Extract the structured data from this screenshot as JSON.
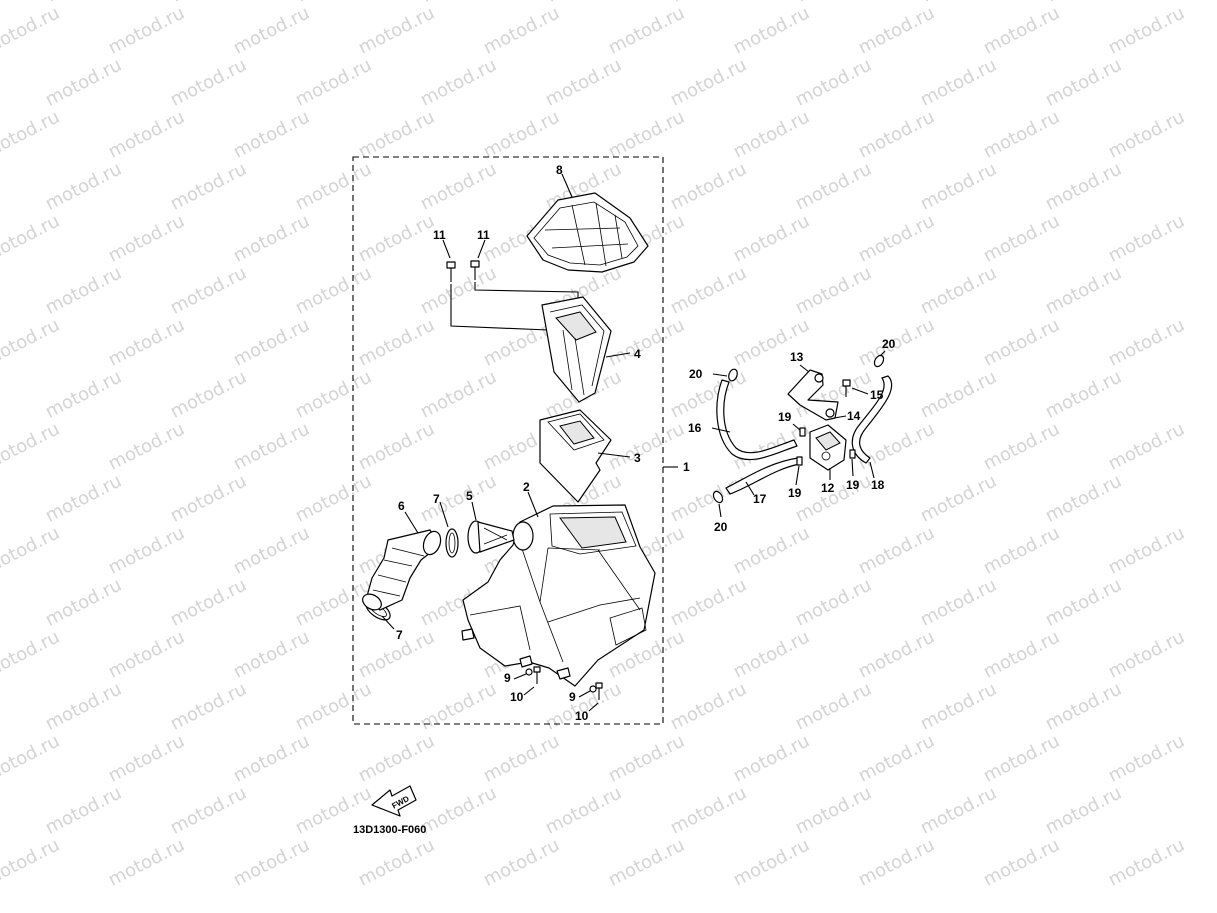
{
  "watermark": {
    "text": "motod.ru"
  },
  "diagram": {
    "drawing_code": "13D1300-F060",
    "fwd_label": "FWD",
    "callouts": [
      {
        "id": "c1",
        "label": "1",
        "part": "air-filter-case-assembly"
      },
      {
        "id": "c2",
        "label": "2",
        "part": "air-filter-case"
      },
      {
        "id": "c3",
        "label": "3",
        "part": "element-guide"
      },
      {
        "id": "c4",
        "label": "4",
        "part": "air-filter-element"
      },
      {
        "id": "c5",
        "label": "5",
        "part": "joint-funnel"
      },
      {
        "id": "c6",
        "label": "6",
        "part": "intake-joint"
      },
      {
        "id": "c7a",
        "label": "7",
        "part": "hose-clamp-upper"
      },
      {
        "id": "c7b",
        "label": "7",
        "part": "hose-clamp-lower"
      },
      {
        "id": "c8",
        "label": "8",
        "part": "case-cover"
      },
      {
        "id": "c9a",
        "label": "9",
        "part": "washer-left"
      },
      {
        "id": "c9b",
        "label": "9",
        "part": "washer-right"
      },
      {
        "id": "c10a",
        "label": "10",
        "part": "bolt-left"
      },
      {
        "id": "c10b",
        "label": "10",
        "part": "bolt-right"
      },
      {
        "id": "c11a",
        "label": "11",
        "part": "screw-left"
      },
      {
        "id": "c11b",
        "label": "11",
        "part": "screw-right"
      },
      {
        "id": "c12",
        "label": "12",
        "part": "air-cut-valve"
      },
      {
        "id": "c13",
        "label": "13",
        "part": "bracket"
      },
      {
        "id": "c14",
        "label": "14",
        "part": "damper"
      },
      {
        "id": "c15",
        "label": "15",
        "part": "bracket-bolt"
      },
      {
        "id": "c16",
        "label": "16",
        "part": "hose-upper"
      },
      {
        "id": "c17",
        "label": "17",
        "part": "hose-lower"
      },
      {
        "id": "c18",
        "label": "18",
        "part": "hose-right"
      },
      {
        "id": "c19a",
        "label": "19",
        "part": "clip-a"
      },
      {
        "id": "c19b",
        "label": "19",
        "part": "clip-b"
      },
      {
        "id": "c19c",
        "label": "19",
        "part": "clip-c"
      },
      {
        "id": "c20a",
        "label": "20",
        "part": "cap-upper-left"
      },
      {
        "id": "c20b",
        "label": "20",
        "part": "cap-upper-right"
      },
      {
        "id": "c20c",
        "label": "20",
        "part": "cap-lower-left"
      }
    ]
  }
}
